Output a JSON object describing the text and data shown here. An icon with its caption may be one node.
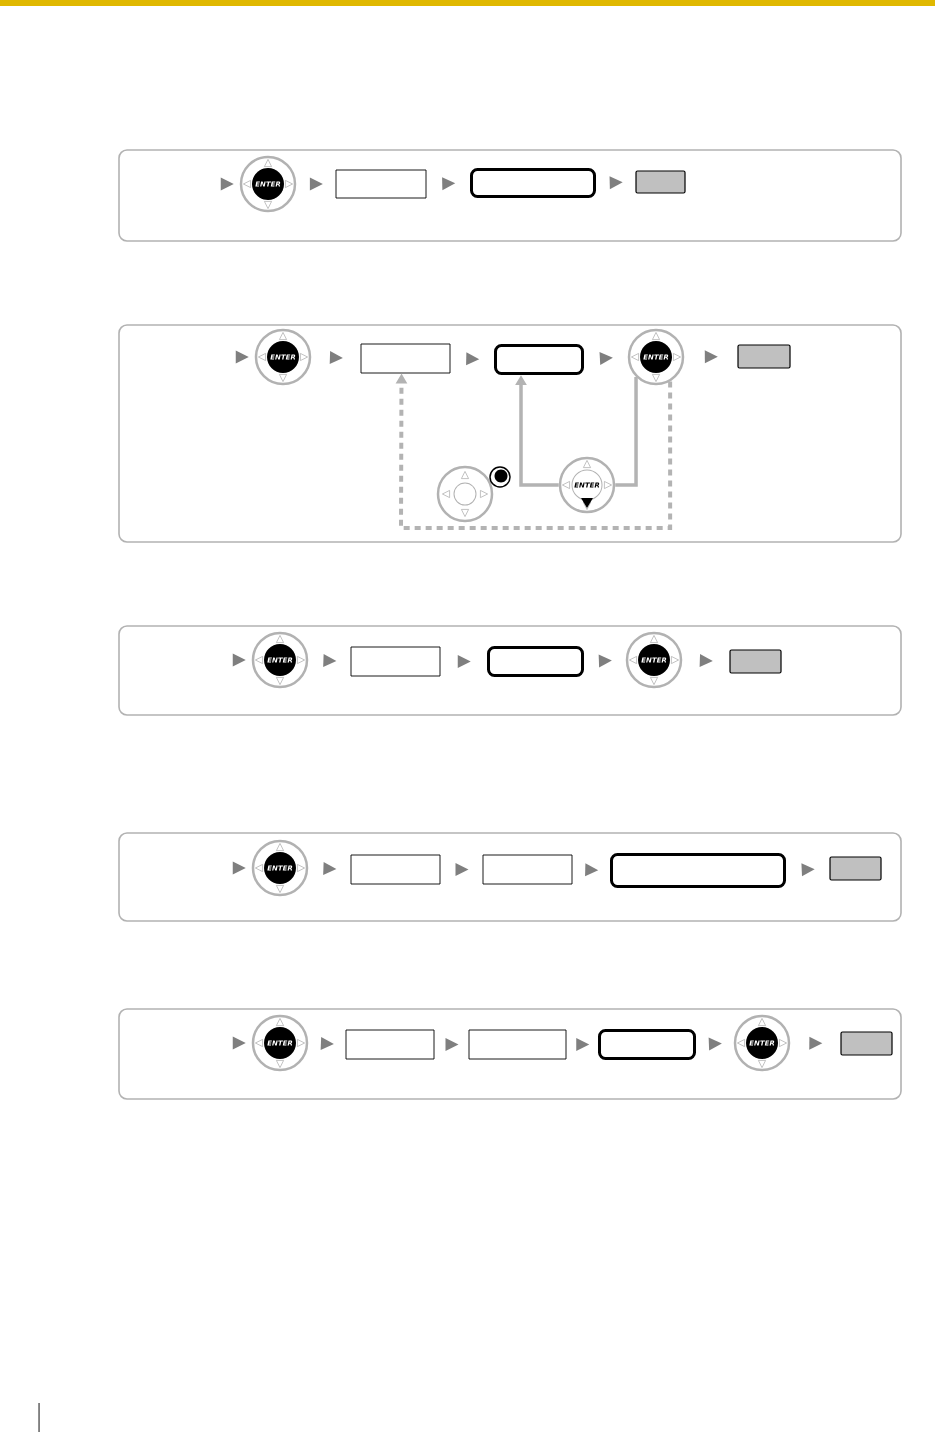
{
  "diagram": {
    "nodes": [
      {
        "text": [],
        "shape": "box"
      },
      {
        "text": [
          "ENTER"
        ],
        "in": 0
      },
      {
        "text": [],
        "shape": "box",
        "in": 0
      },
      {
        "text": [],
        "shape": "box",
        "in": 0
      },
      {
        "text": [],
        "shape": "box",
        "in": 0
      },
      {
        "text": [],
        "shape": "box"
      },
      {
        "text": [
          "ENTER"
        ],
        "in": 5
      },
      {
        "text": [],
        "shape": "box",
        "in": 5
      },
      {
        "text": [],
        "shape": "box",
        "in": 5
      },
      {
        "text": [
          "ENTER"
        ],
        "in": 5
      },
      {
        "text": [],
        "shape": "box",
        "in": 5
      },
      {
        "text": [],
        "shape": "circle",
        "in": 5
      },
      {
        "text": [
          "ENTER"
        ],
        "in": 5
      },
      {
        "text": [],
        "shape": "box"
      },
      {
        "text": [
          "ENTER"
        ],
        "in": 13
      },
      {
        "text": [],
        "shape": "box",
        "in": 13
      },
      {
        "text": [],
        "shape": "box",
        "in": 13
      },
      {
        "text": [
          "ENTER"
        ],
        "in": 13
      },
      {
        "text": [],
        "shape": "box",
        "in": 13
      },
      {
        "text": [],
        "shape": "box"
      },
      {
        "text": [
          "ENTER"
        ],
        "in": 19
      },
      {
        "text": [],
        "shape": "box",
        "in": 19
      },
      {
        "text": [],
        "shape": "box",
        "in": 19
      },
      {
        "text": [],
        "shape": "box",
        "in": 19
      },
      {
        "text": [],
        "shape": "box",
        "in": 19
      },
      {
        "text": [],
        "shape": "box"
      },
      {
        "text": [
          "ENTER"
        ],
        "in": 25
      },
      {
        "text": [],
        "shape": "box",
        "in": 25
      },
      {
        "text": [],
        "shape": "box",
        "in": 25
      },
      {
        "text": [],
        "shape": "box",
        "in": 25
      },
      {
        "text": [
          "ENTER"
        ],
        "in": 25
      },
      {
        "text": [],
        "shape": "box",
        "in": 25
      }
    ],
    "edges": [
      {
        "from": null,
        "to": 1,
        "arrow": "to"
      },
      {
        "from": 1,
        "to": 2,
        "arrow": "to"
      },
      {
        "from": 2,
        "to": 3,
        "arrow": "to"
      },
      {
        "from": 3,
        "to": 4,
        "arrow": "to"
      },
      {
        "from": null,
        "to": 6,
        "arrow": "to"
      },
      {
        "from": 6,
        "to": 7,
        "arrow": "to"
      },
      {
        "from": 7,
        "to": 8,
        "arrow": "to"
      },
      {
        "from": 8,
        "to": 9,
        "arrow": "to"
      },
      {
        "from": 9,
        "to": 10,
        "arrow": "to"
      },
      {
        "from": 9,
        "to": 12,
        "arrow": "none",
        "color": "#b3b3b3"
      },
      {
        "from": 12,
        "to": 8,
        "arrow": "to",
        "color": "#b3b3b3"
      },
      {
        "from": 9,
        "to": 7,
        "arrow": "to",
        "style": "dashed",
        "color": "#b3b3b3"
      },
      {
        "from": null,
        "to": 14,
        "arrow": "to"
      },
      {
        "from": 14,
        "to": 15,
        "arrow": "to"
      },
      {
        "from": 15,
        "to": 16,
        "arrow": "to"
      },
      {
        "from": 16,
        "to": 17,
        "arrow": "to"
      },
      {
        "from": 17,
        "to": 18,
        "arrow": "to"
      },
      {
        "from": null,
        "to": 20,
        "arrow": "to"
      },
      {
        "from": 20,
        "to": 21,
        "arrow": "to"
      },
      {
        "from": 21,
        "to": 22,
        "arrow": "to"
      },
      {
        "from": 22,
        "to": 23,
        "arrow": "to"
      },
      {
        "from": 23,
        "to": 24,
        "arrow": "to"
      },
      {
        "from": null,
        "to": 26,
        "arrow": "to"
      },
      {
        "from": 26,
        "to": 27,
        "arrow": "to"
      },
      {
        "from": 27,
        "to": 28,
        "arrow": "to"
      },
      {
        "from": 28,
        "to": 29,
        "arrow": "to"
      },
      {
        "from": 29,
        "to": 30,
        "arrow": "to"
      },
      {
        "from": 30,
        "to": 31,
        "arrow": "to"
      }
    ]
  }
}
